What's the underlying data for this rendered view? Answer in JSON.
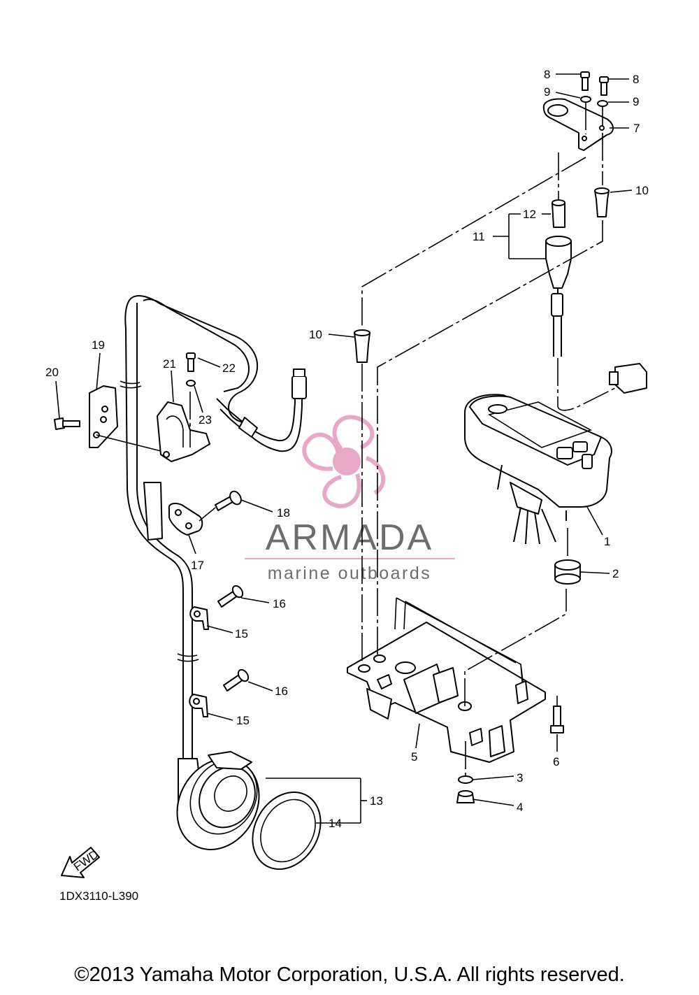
{
  "diagram": {
    "drawing_code": "1DX3110-L390",
    "fwd_arrow_label": "FWD",
    "callouts": [
      {
        "id": "c1",
        "text": "1"
      },
      {
        "id": "c2",
        "text": "2"
      },
      {
        "id": "c3",
        "text": "3"
      },
      {
        "id": "c4",
        "text": "4"
      },
      {
        "id": "c5",
        "text": "5"
      },
      {
        "id": "c6",
        "text": "6"
      },
      {
        "id": "c7",
        "text": "7"
      },
      {
        "id": "c8a",
        "text": "8"
      },
      {
        "id": "c8b",
        "text": "8"
      },
      {
        "id": "c9a",
        "text": "9"
      },
      {
        "id": "c9b",
        "text": "9"
      },
      {
        "id": "c10a",
        "text": "10"
      },
      {
        "id": "c10b",
        "text": "10"
      },
      {
        "id": "c11",
        "text": "11"
      },
      {
        "id": "c12",
        "text": "12"
      },
      {
        "id": "c13",
        "text": "13"
      },
      {
        "id": "c14",
        "text": "14"
      },
      {
        "id": "c15a",
        "text": "15"
      },
      {
        "id": "c15b",
        "text": "15"
      },
      {
        "id": "c16a",
        "text": "16"
      },
      {
        "id": "c16b",
        "text": "16"
      },
      {
        "id": "c17",
        "text": "17"
      },
      {
        "id": "c18",
        "text": "18"
      },
      {
        "id": "c19",
        "text": "19"
      },
      {
        "id": "c20",
        "text": "20"
      },
      {
        "id": "c21",
        "text": "21"
      },
      {
        "id": "c22",
        "text": "22"
      },
      {
        "id": "c23",
        "text": "23"
      }
    ]
  },
  "watermark": {
    "title": "ARMADA",
    "subtitle": "marine outboards",
    "title_color": "#6d6d6d",
    "logo_color": "#e8a8c8"
  },
  "footer": {
    "copyright": "©2013 Yamaha Motor Corporation, U.S.A. All rights reserved."
  }
}
